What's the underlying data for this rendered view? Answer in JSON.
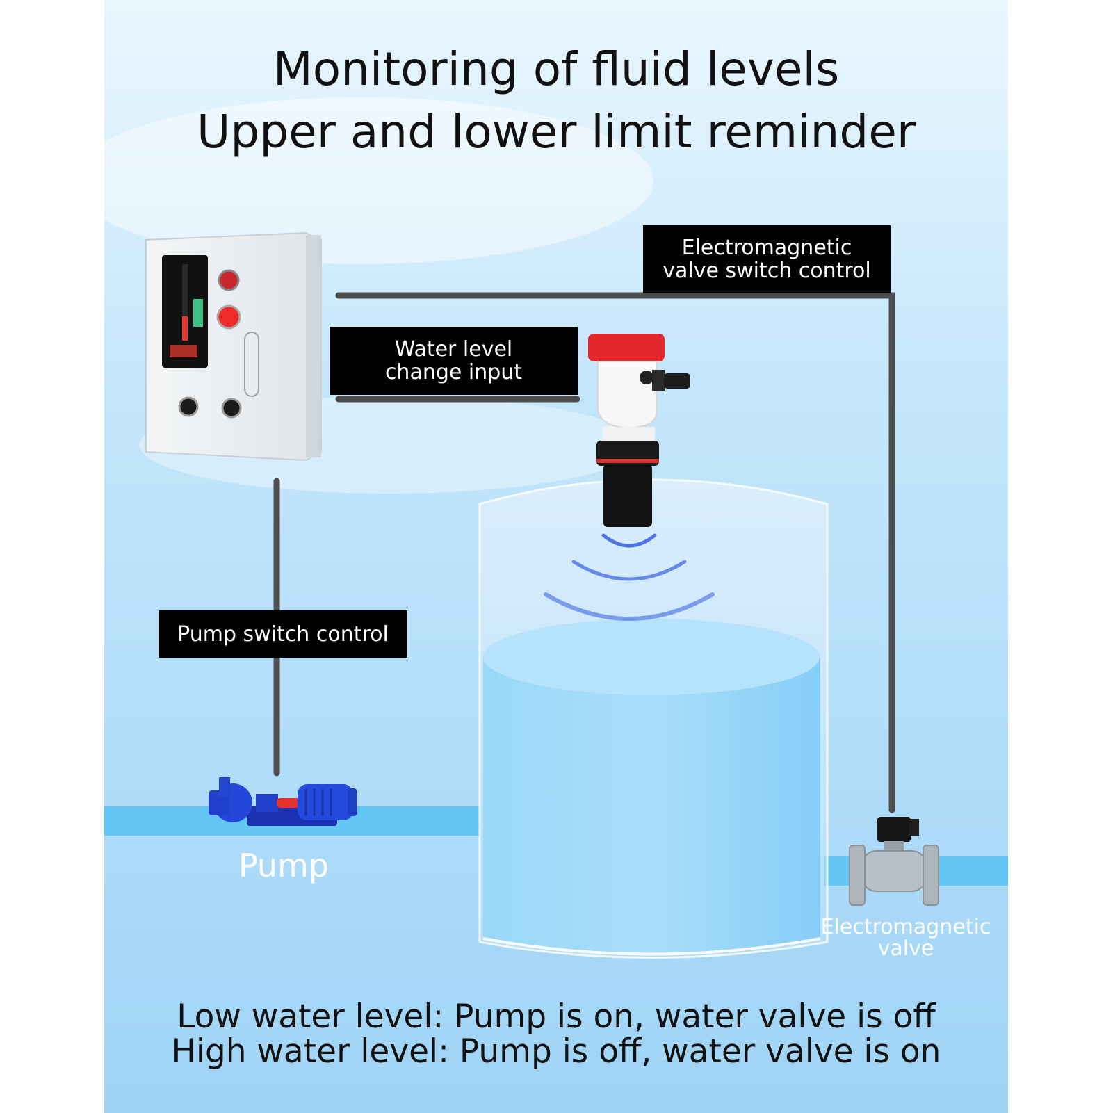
{
  "title": {
    "line1": "Monitoring of fluid levels",
    "line2": "Upper and lower limit reminder"
  },
  "labels": {
    "valve_control": [
      "Electromagnetic",
      "valve switch control"
    ],
    "level_input": [
      "Water level",
      "change input"
    ],
    "pump_control": "Pump switch control",
    "pump": "Pump",
    "valve": [
      "Electromagnetic",
      "valve"
    ]
  },
  "footer": {
    "low": "Low water level: Pump is on, water valve is off",
    "high": "High water level: Pump is off, water valve is on"
  },
  "colors": {
    "background": "#b3dcfa",
    "water": "#8fd2f7",
    "pipe": "#64c6f5",
    "wire": "#4d4d4d",
    "label_bg": "#000000",
    "pump": "#1f43d6",
    "sensor_cap": "#e5262a"
  }
}
